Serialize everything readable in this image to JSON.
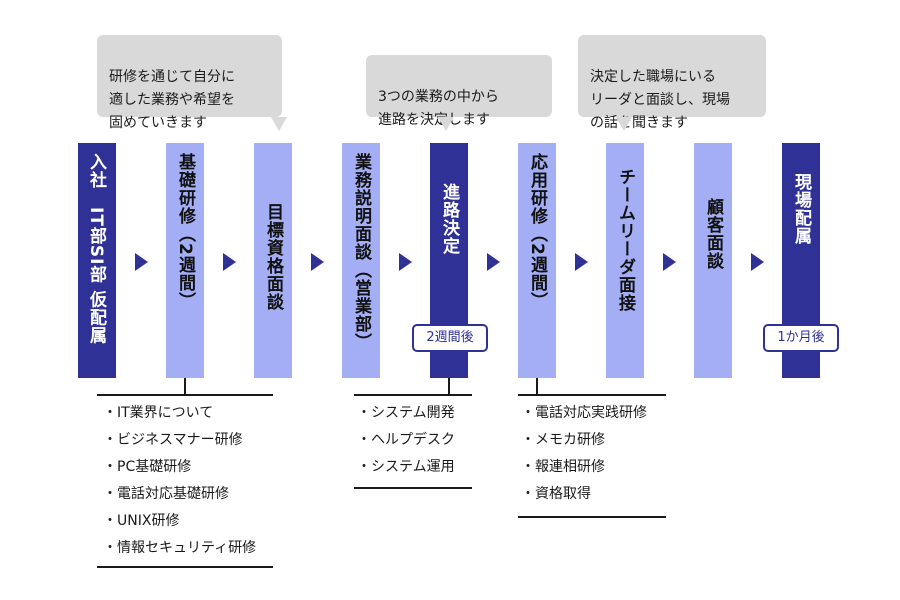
{
  "bubbles": [
    "研修を通じて自分に\n適した業務や希望を\n固めていきます",
    "3つの業務の中から\n進路を決定します",
    "決定した職場にいる\nリーダと面談し、現場\nの話を聞きます"
  ],
  "steps": [
    {
      "label": "入社　IT部SI部 仮配属",
      "style": "dark"
    },
    {
      "label": "基礎研修（2週間）",
      "style": "light"
    },
    {
      "label": "目標資格面談",
      "style": "light"
    },
    {
      "label": "業務説明面談（営業部）",
      "style": "light"
    },
    {
      "label": "進路決定",
      "style": "dark",
      "badge": "2週間後"
    },
    {
      "label": "応用研修（2週間）",
      "style": "light"
    },
    {
      "label": "チームリーダ面接",
      "style": "light"
    },
    {
      "label": "顧客面談",
      "style": "light"
    },
    {
      "label": "現場配属",
      "style": "dark",
      "badge": "1か月後"
    }
  ],
  "lists": [
    {
      "items": [
        "・IT業界について",
        "・ビジネスマナー研修",
        "・PC基礎研修",
        "・電話対応基礎研修",
        "・UNIX研修",
        "・情報セキュリティ研修"
      ]
    },
    {
      "items": [
        "・システム開発",
        "・ヘルプデスク",
        "・システム運用"
      ]
    },
    {
      "items": [
        "・電話対応実践研修",
        "・メモカ研修",
        "・報連相研修",
        "・資格取得"
      ]
    }
  ],
  "colors": {
    "dark": "#2f3197",
    "light": "#a3aef5",
    "bubble": "#d9d9d9"
  }
}
